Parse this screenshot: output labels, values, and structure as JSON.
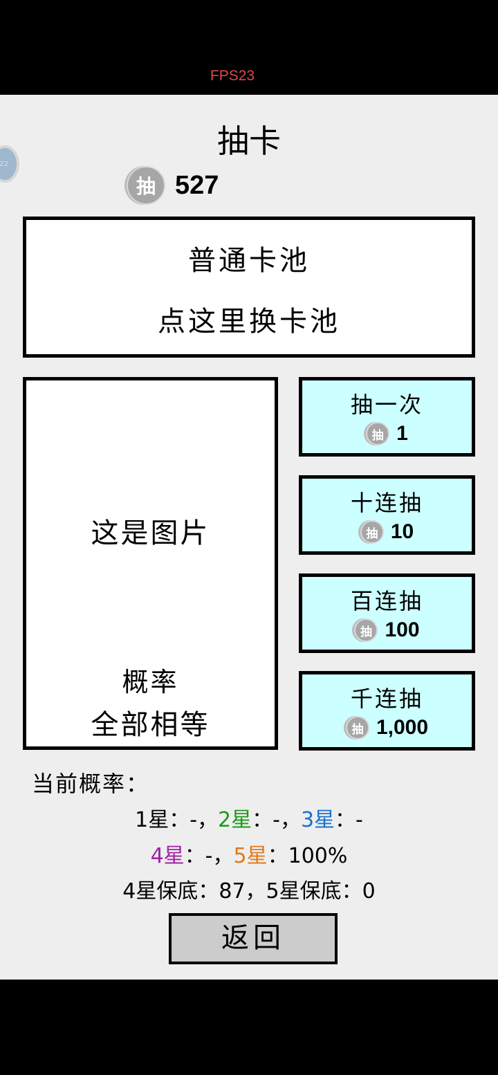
{
  "status": {
    "fps": "FPS23"
  },
  "floating_badge": "22",
  "header": {
    "title": "抽卡",
    "coin_glyph": "抽",
    "balance": "527"
  },
  "pool": {
    "name": "普通卡池",
    "hint": "点这里换卡池"
  },
  "image_panel": {
    "caption": "这是图片",
    "prob_label": "概率",
    "prob_value": "全部相等"
  },
  "draw_buttons": [
    {
      "label": "抽一次",
      "cost": "1"
    },
    {
      "label": "十连抽",
      "cost": "10"
    },
    {
      "label": "百连抽",
      "cost": "100"
    },
    {
      "label": "千连抽",
      "cost": "1,000"
    }
  ],
  "rates": {
    "title": "当前概率：",
    "star1": "1星",
    "v1": "：-，",
    "star2": "2星",
    "v2": "：-，",
    "star3": "3星",
    "v3": "：-",
    "star4": "4星",
    "v4": "：-，",
    "star5": "5星",
    "v5": "：100%",
    "pity": "4星保底：87，5星保底：0"
  },
  "colors": {
    "star2": "#1a9a1a",
    "star3": "#1a6fd0",
    "star4": "#a020a8",
    "star5": "#e07a1a",
    "button_bg": "#ccffff"
  },
  "back_label": "返回"
}
